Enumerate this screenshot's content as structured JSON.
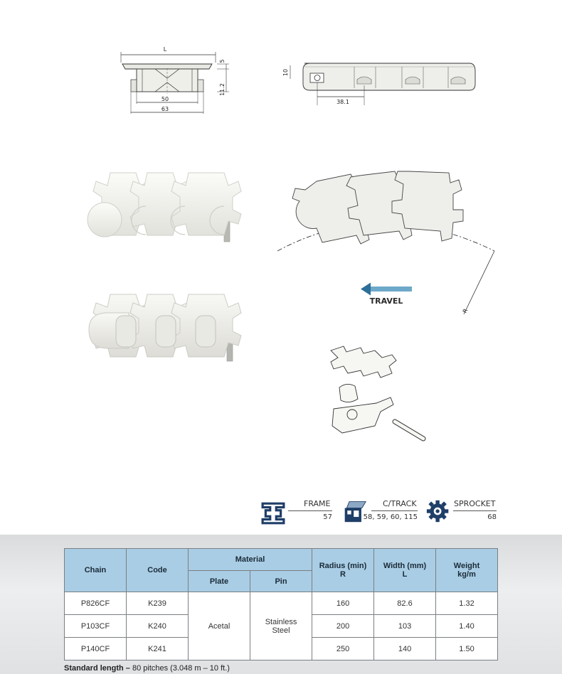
{
  "drawing": {
    "dim_L": "L",
    "dim_5": "5",
    "dim_11_2": "11.2",
    "dim_50": "50",
    "dim_63": "63",
    "dim_10": "10",
    "dim_38_1": "38.1",
    "travel_label": "TRAVEL",
    "radius_label": "R"
  },
  "refs": {
    "frame": {
      "label": "FRAME",
      "value": "57",
      "icon": "frame-icon"
    },
    "ctrack": {
      "label": "C/TRACK",
      "value": "58, 59, 60, 115",
      "icon": "conveyor-track-icon"
    },
    "sprocket": {
      "label": "SPROCKET",
      "value": "68",
      "icon": "sprocket-icon"
    }
  },
  "table": {
    "headers": {
      "chain": "Chain",
      "code": "Code",
      "material": "Material",
      "plate": "Plate",
      "pin": "Pin",
      "radius_line1": "Radius (min)",
      "radius_line2": "R",
      "width_line1": "Width (mm)",
      "width_line2": "L",
      "weight_line1": "Weight",
      "weight_line2": "kg/m"
    },
    "plate_material": "Acetal",
    "pin_line1": "Stainless",
    "pin_line2": "Steel",
    "rows": [
      {
        "chain": "P826CF",
        "code": "K239",
        "radius": "160",
        "width": "82.6",
        "weight": "1.32"
      },
      {
        "chain": "P103CF",
        "code": "K240",
        "radius": "200",
        "width": "103",
        "weight": "1.40"
      },
      {
        "chain": "P140CF",
        "code": "K241",
        "radius": "250",
        "width": "140",
        "weight": "1.50"
      }
    ]
  },
  "standard_length": {
    "label": "Standard length –",
    "value": " 80 pitches (3.048 m – 10 ft.)"
  }
}
